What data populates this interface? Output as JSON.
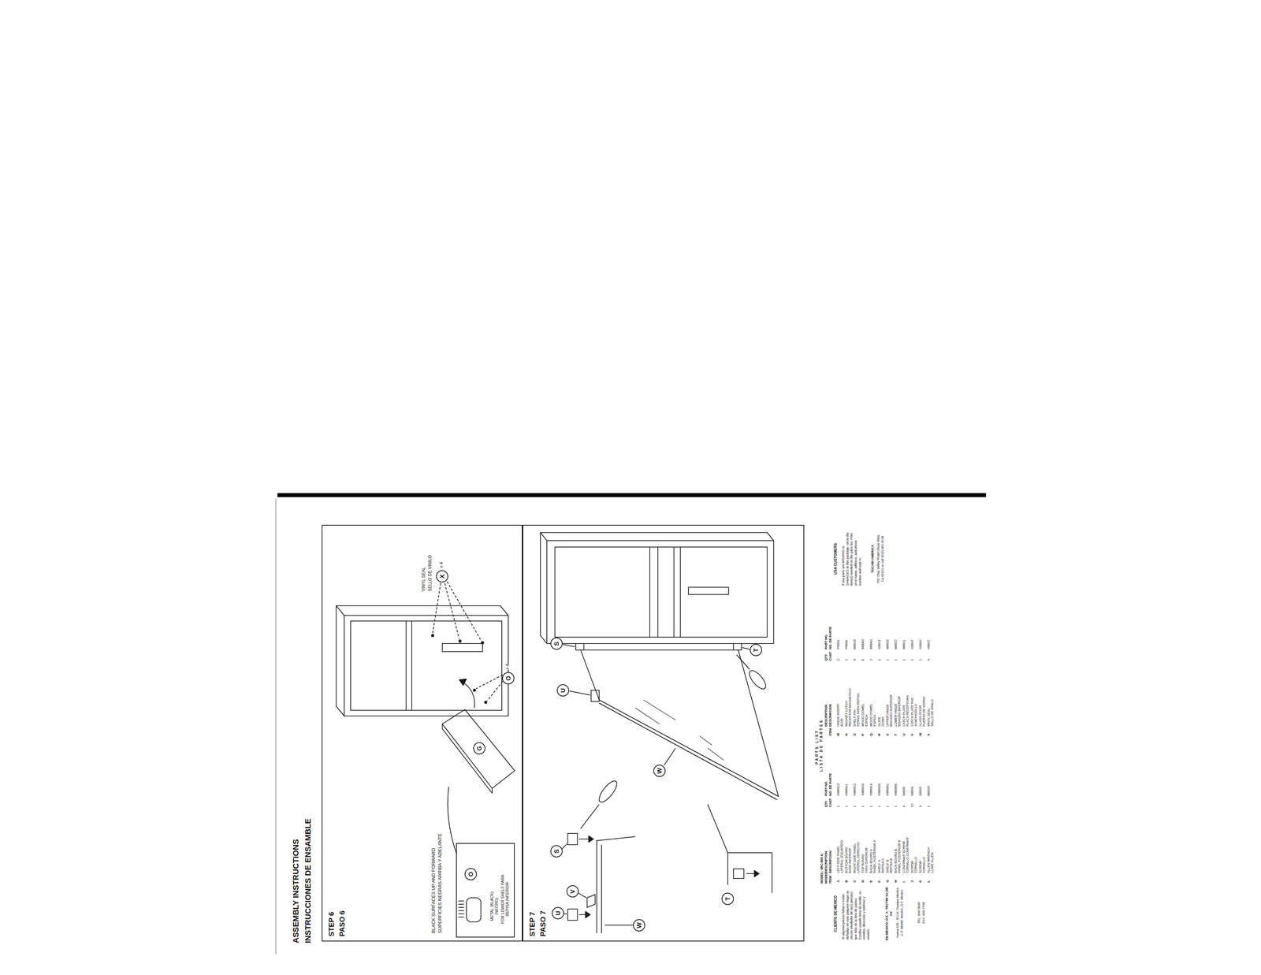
{
  "diagram": {
    "title": "ASSEMBLY INSTRUCTIONS",
    "nodes": [
      {
        "text": [
          "STEP 6",
          "PASO 6"
        ]
      },
      {
        "text": [
          "METAL (BLACK) (NEGRO)",
          "FOR LOWER SHELF PARA REPISA INFERIOR"
        ],
        "in": 0
      },
      {
        "text": [
          "O"
        ],
        "in": 1
      },
      {
        "text": [
          "G"
        ],
        "in": 0
      },
      {
        "text": [
          "X"
        ],
        "in": 0
      },
      {
        "text": [
          "O"
        ],
        "in": 0
      },
      {
        "text": [
          "STEP 7",
          "PASO 7"
        ]
      },
      {
        "text": [
          "U"
        ],
        "in": 6
      },
      {
        "text": [
          "V"
        ],
        "in": 6
      },
      {
        "text": [
          "S"
        ],
        "in": 6
      },
      {
        "text": [
          "W"
        ],
        "in": 6
      },
      {
        "text": [
          "T"
        ],
        "in": 6
      },
      {
        "text": [
          "S"
        ],
        "in": 6
      },
      {
        "text": [
          "U"
        ],
        "in": 6
      },
      {
        "text": [
          "W"
        ],
        "in": 6
      },
      {
        "text": [
          "T"
        ],
        "in": 6
      }
    ],
    "labels": [
      "INSTRUCCIONES DE ENSAMBLE",
      "BLACK SURFACES UP AND FORWARD",
      "SUPERFICIES NEGRAS ARRIBA Y ADELANTE",
      "VINYL SEAL",
      "SELLO DE VINILO",
      "x 4",
      "x 4",
      "CLIENTE DE MEXICO",
      "Si algunas piezas faltan o están dañadas en este paquete haga un círculo alrededor de la(s) pieza(s) que falta en la lista de partes. Escriba usando letra de molde, su nombre, dirección y teléfono y envíelo:",
      "EN MEXICO, D.F. A: TECTIM SA DE CV",
      "Avena 535 - B Col. Granjas Mexico C.P. 08400, Mexico, D.F. Mexico",
      "TEL: 649-3648",
      "FAX: 640-7706",
      "MODEL: 5RC-865 G",
      "MODELO:",
      "ITEM",
      "DESCRIPTION",
      "DESCRIPCION",
      "QTY",
      "CANT",
      "PARTS LIST",
      "LISTA DE PARTES",
      "PART NO.",
      "NO. DE PARTE",
      "ITEM",
      "DESCRIPTION",
      "DESCRIPCION",
      "QTY",
      "CANT",
      "PART NO.",
      "NO. DE PARTE",
      "USA CUSTOMERS",
      "If any parts are MISSING or DAMAGED in this package, circle the item(s) needed on the parts list. Print your name, address, and phone number and mail to:",
      "TOCABI AMERICA",
      "755 Otay Valley Road Chula Vista, Ca 91911 or call (619) 661-6136",
      "A",
      "LEFT SIDE PANEL",
      "LATERAL IZQUIERDO",
      "1",
      "XW0913",
      "B",
      "BOTTOM BOARD",
      "BASE INFERIOR",
      "1",
      "XW0911",
      "C",
      "RIGHT SIDE PANEL",
      "LATERAL DERECHO",
      "1",
      "XW0912",
      "D",
      "TOP BOARD",
      "TAPA SUPERIOR",
      "1",
      "XW0910",
      "E",
      "BACK BOARD A",
      "PANEL POSTERIOR A",
      "1",
      "XW0914",
      "F",
      "SHELF A",
      "REPISA A",
      "1",
      "XW0920",
      "G",
      "SHELF B",
      "REPISA B",
      "1",
      "XW0901",
      "H",
      "BACK BOARD B",
      "PANEL POSTERIOR B",
      "1",
      "XW0905",
      "I",
      "CONFIRMAT SCREW",
      "TORNILLO CONFIRMAT",
      "4",
      "S0035",
      "J",
      "SCREW",
      "TORNILLO",
      "12",
      "S0034",
      "K",
      "SCREW",
      "TORNILLO",
      "4",
      "S0033",
      "L",
      "ALLEN WRENCH",
      "LLAVE ALLEN",
      "1",
      "M0010",
      "M",
      "HINGE INSERT",
      "BUJE",
      "2",
      "P0054",
      "N",
      "MAGNET CATCH",
      "RECEPTOR MAGNETICO",
      "1",
      "P0056",
      "O",
      "SHELF PIN",
      "PERNO PARA REPISA",
      "4",
      "M0019",
      "P",
      "WOOD DOWEL",
      "ESPIGA",
      "6",
      "W0062",
      "Q",
      "WOOD DOWEL",
      "ESPIGA",
      "2",
      "W0061",
      "R",
      "GLIDE",
      "GOMA",
      "1",
      "G0012",
      "S",
      "UPPER HINGE",
      "BISAGRA SUPERIOR",
      "1",
      "M0025",
      "T",
      "LOWER HINGE",
      "BISAGRA INFERIOR",
      "1",
      "M0027",
      "U",
      "CATCH PLATE",
      "PLACA RECEPTORA",
      "1",
      "M0011",
      "V",
      "CATCH PLATE PAD",
      "ALMOHADILLA",
      "1",
      "G0047",
      "W",
      "GLASS DOOR",
      "PUERTA DE VIDRIO",
      "1",
      "G0042",
      "X",
      "VINYL SEAL",
      "SELLO DE VINILO",
      "4",
      "H0027"
    ]
  }
}
